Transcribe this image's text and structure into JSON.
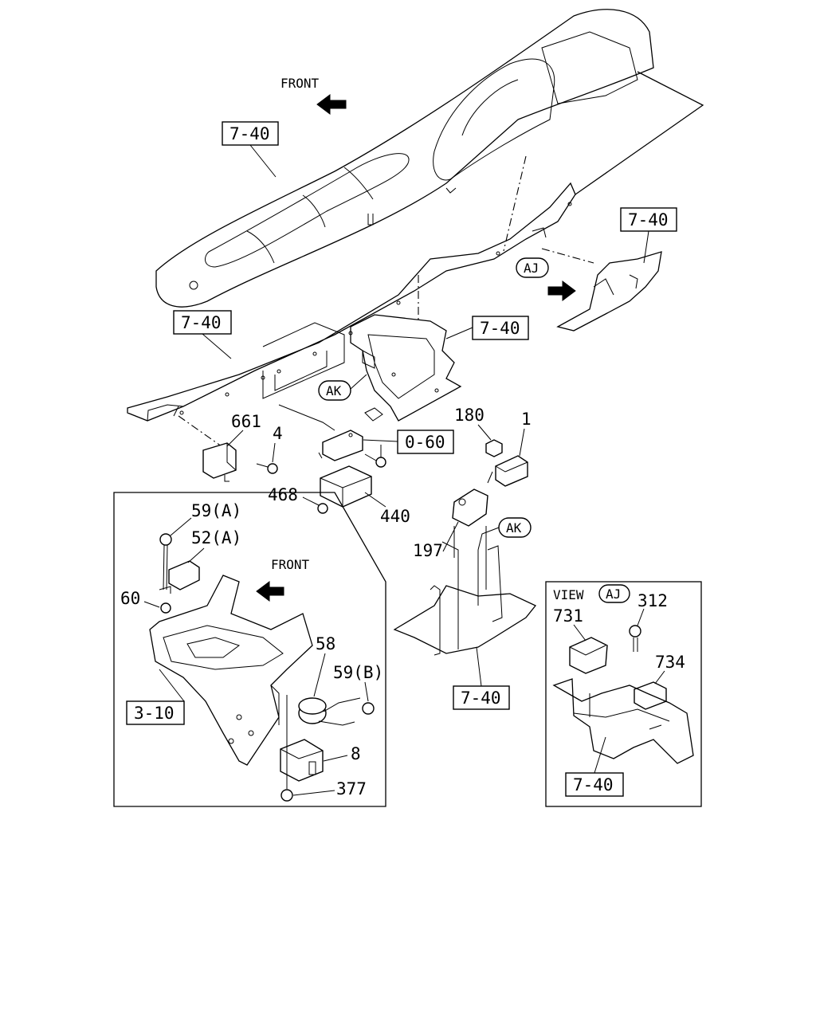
{
  "diagram": {
    "direction_labels": {
      "front_main": "FRONT",
      "front_inset": "FRONT"
    },
    "view_label": {
      "prefix": "VIEW",
      "ref": "AJ"
    },
    "ref_boxes": {
      "b_dash_top": "7-40",
      "b_bracket_right": "7-40",
      "b_beam_left": "7-40",
      "b_center_bracket": "7-40",
      "b_060": "0-60",
      "b_floor": "7-40",
      "b_view": "7-40",
      "b_310": "3-10"
    },
    "circle_refs": {
      "aj_top": "AJ",
      "ak_left": "AK",
      "ak_right": "AK",
      "aj_view": "AJ"
    },
    "part_numbers": {
      "p661": "661",
      "p4": "4",
      "p180": "180",
      "p1": "1",
      "p468": "468",
      "p440": "440",
      "p197": "197",
      "p59a": "59(A)",
      "p52a": "52(A)",
      "p60": "60",
      "p58": "58",
      "p59b": "59(B)",
      "p8": "8",
      "p377": "377",
      "p731": "731",
      "p312": "312",
      "p734": "734"
    }
  }
}
